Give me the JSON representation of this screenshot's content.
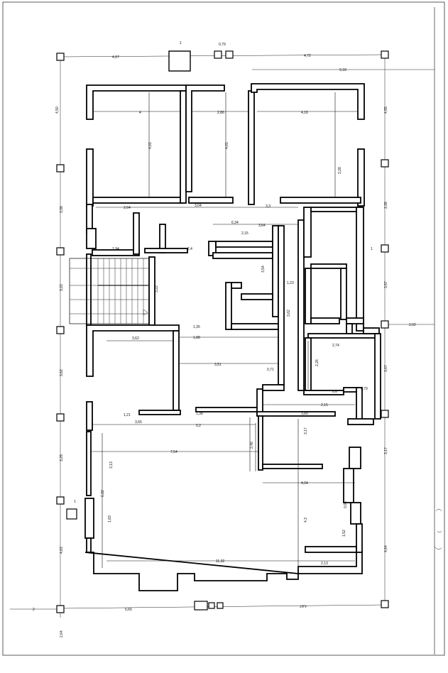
{
  "drawing": {
    "stroke": "#000000",
    "paper": "#ffffff"
  },
  "dimensions": [
    {
      "id": "top-left-span",
      "text": "4,97"
    },
    {
      "id": "top-box-width",
      "text": "1"
    },
    {
      "id": "top-box-gap",
      "text": "0,79"
    },
    {
      "id": "top-right-span",
      "text": "4,72"
    },
    {
      "id": "top-overall",
      "text": "9,18"
    },
    {
      "id": "left-col-1",
      "text": "4,50"
    },
    {
      "id": "left-col-2",
      "text": "3,36"
    },
    {
      "id": "left-col-3",
      "text": "3,22"
    },
    {
      "id": "left-col-4",
      "text": "3,62"
    },
    {
      "id": "left-col-5",
      "text": "3,25"
    },
    {
      "id": "left-col-6",
      "text": "4,63"
    },
    {
      "id": "left-col-7",
      "text": "2,64"
    },
    {
      "id": "right-col-1",
      "text": "4,55"
    },
    {
      "id": "right-col-2",
      "text": "3,38"
    },
    {
      "id": "right-col-3",
      "text": "3,57"
    },
    {
      "id": "right-col-4",
      "text": "3,67"
    },
    {
      "id": "right-col-5",
      "text": "3,17"
    },
    {
      "id": "right-col-6",
      "text": "4,64"
    },
    {
      "id": "right-ext",
      "text": "2,02"
    },
    {
      "id": "room1-width",
      "text": "4"
    },
    {
      "id": "room2-width",
      "text": "2,86"
    },
    {
      "id": "room3-width",
      "text": "4,16"
    },
    {
      "id": "room1-height",
      "text": "4,01"
    },
    {
      "id": "room2-height",
      "text": "4,01"
    },
    {
      "id": "room3-height",
      "text": "3,28"
    },
    {
      "id": "corridor-1",
      "text": "2,64"
    },
    {
      "id": "corridor-2",
      "text": "3,04"
    },
    {
      "id": "corridor-3",
      "text": "3,3"
    },
    {
      "id": "corridor-4",
      "text": "6,34"
    },
    {
      "id": "corridor-5",
      "text": "3,64"
    },
    {
      "id": "corridor-6",
      "text": "2,15"
    },
    {
      "id": "corridor-7",
      "text": "1,94"
    },
    {
      "id": "corridor-8",
      "text": "2,4"
    },
    {
      "id": "stair-1",
      "text": "3,22"
    },
    {
      "id": "mid-1",
      "text": "3,54"
    },
    {
      "id": "mid-2",
      "text": "1,23"
    },
    {
      "id": "mid-3",
      "text": "3,62"
    },
    {
      "id": "mid-4",
      "text": "1,35"
    },
    {
      "id": "mid-5",
      "text": "1,88"
    },
    {
      "id": "mid-6",
      "text": "3,51"
    },
    {
      "id": "mid-7",
      "text": "3,62"
    },
    {
      "id": "mid-8",
      "text": "2,74"
    },
    {
      "id": "mid-9",
      "text": "2,26"
    },
    {
      "id": "mid-10",
      "text": "0,6"
    },
    {
      "id": "mid-11",
      "text": "0,71"
    },
    {
      "id": "mid-12",
      "text": "3,89"
    },
    {
      "id": "mid-13",
      "text": "2,15"
    },
    {
      "id": "mid-14",
      "text": "0,79"
    },
    {
      "id": "mid-15",
      "text": "1,38"
    },
    {
      "id": "mid-16",
      "text": "3,66"
    },
    {
      "id": "mid-17",
      "text": "1,21"
    },
    {
      "id": "mid-18",
      "text": "0,2"
    },
    {
      "id": "low-1",
      "text": "7,54"
    },
    {
      "id": "low-2",
      "text": "3,17"
    },
    {
      "id": "low-3",
      "text": "2,48"
    },
    {
      "id": "low-4",
      "text": "4,04"
    },
    {
      "id": "low-5",
      "text": "4,3"
    },
    {
      "id": "low-6",
      "text": "11,32"
    },
    {
      "id": "low-7",
      "text": "2,13"
    },
    {
      "id": "low-8",
      "text": "3,13"
    },
    {
      "id": "low-9",
      "text": "6,32"
    },
    {
      "id": "low-10",
      "text": "1,83"
    },
    {
      "id": "low-11",
      "text": "1,52"
    },
    {
      "id": "low-12",
      "text": "0,96"
    },
    {
      "id": "bottom-left",
      "text": "2"
    },
    {
      "id": "bottom-span-1",
      "text": "5,65"
    },
    {
      "id": "bottom-span-2",
      "text": "4,67"
    },
    {
      "id": "side-1",
      "text": "1"
    },
    {
      "id": "side-2",
      "text": "1"
    }
  ]
}
